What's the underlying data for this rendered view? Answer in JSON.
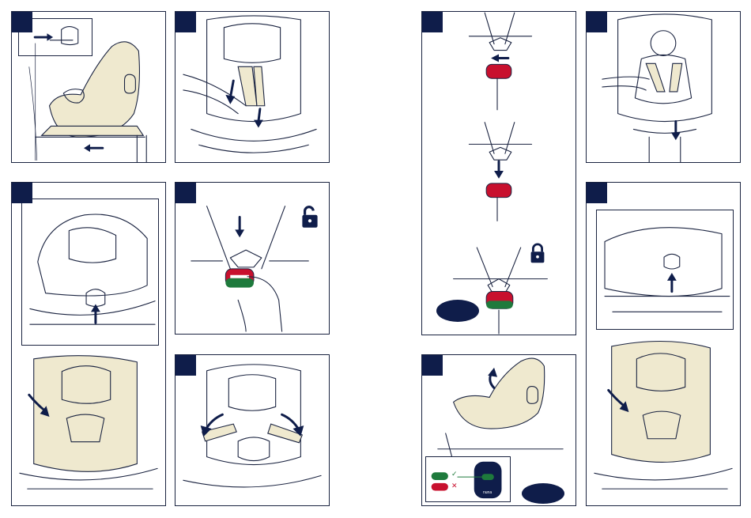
{
  "steps": [
    {
      "id": "step-1",
      "number": ""
    },
    {
      "id": "step-2",
      "number": ""
    },
    {
      "id": "step-3",
      "number": ""
    },
    {
      "id": "step-4",
      "number": ""
    },
    {
      "id": "step-5",
      "number": ""
    },
    {
      "id": "step-6",
      "number": ""
    },
    {
      "id": "step-7",
      "number": ""
    },
    {
      "id": "step-8",
      "number": ""
    },
    {
      "id": "step-9",
      "number": ""
    }
  ],
  "indicator": {
    "ok_mark": "✓",
    "bad_mark": "✕",
    "brand": "nuna"
  },
  "colors": {
    "navy": "#0f1d4a",
    "cream": "#efe9cf",
    "green": "#1e7a3c",
    "red": "#c8102e",
    "line": "#1a2340"
  },
  "icons": {
    "unlocked": "unlocked-padlock-icon",
    "locked": "locked-padlock-icon"
  }
}
